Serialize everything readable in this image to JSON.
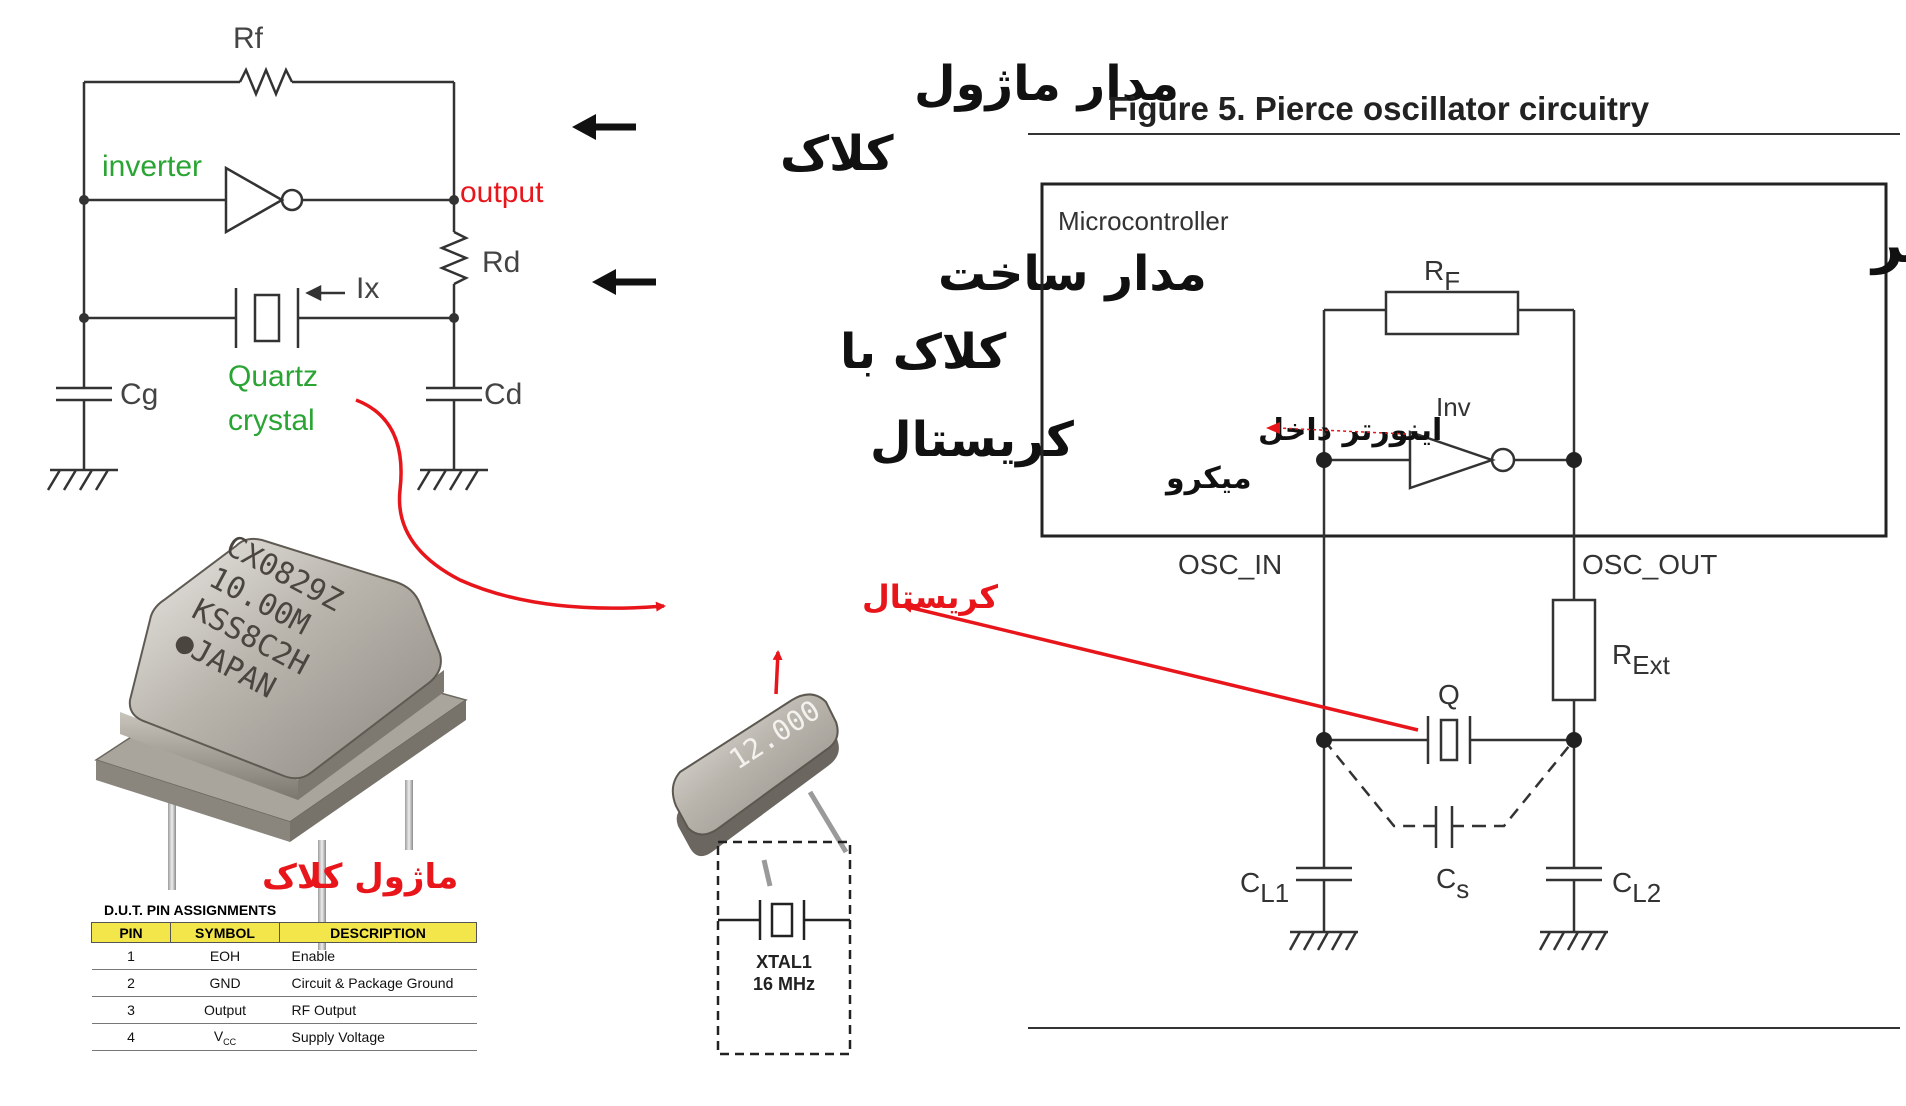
{
  "figure_title": "Figure 5. Pierce oscillator circuitry",
  "left_circuit": {
    "rf_label": "Rf",
    "inverter_label": "inverter",
    "output_label": "output",
    "rd_label": "Rd",
    "ix_label": "Ix",
    "cg_label": "Cg",
    "cd_label": "Cd",
    "quartz_line1": "Quartz",
    "quartz_line2": "crystal"
  },
  "annotations": {
    "module_circuit_line1": "مدار ماژول",
    "module_circuit_line2": "کلاک",
    "crystal_circuit_line1": "مدار ساخت",
    "crystal_circuit_line2": "کلاک با",
    "crystal_circuit_line3": "کریستال",
    "crystal_center": "کریستال",
    "clock_module": "ماژول کلاک",
    "microcontroller_fa": "میکروکنترلر",
    "inverter_inside_line1": "اینورتر داخل",
    "inverter_inside_line2": "میکرو"
  },
  "pierce": {
    "microcontroller": "Microcontroller",
    "rf": "R",
    "rf_sub": "F",
    "inv": "Inv",
    "osc_in": "OSC_IN",
    "osc_out": "OSC_OUT",
    "rext": "R",
    "rext_sub": "Ext",
    "q": "Q",
    "cl1": "C",
    "cl1_sub": "L1",
    "cs": "C",
    "cs_sub": "s",
    "cl2": "C",
    "cl2_sub": "L2"
  },
  "oscillator_module": {
    "marking_line1": "CX0829Z",
    "marking_line2": "10.00M",
    "marking_line3": "KSS8C2H",
    "marking_line4": "●JAPAN"
  },
  "crystal_hc49": {
    "marking": "12.000",
    "xtal_line1": "XTAL1",
    "xtal_line2": "16 MHz"
  },
  "pin_table": {
    "title": "D.U.T. PIN ASSIGNMENTS",
    "headers": [
      "PIN",
      "SYMBOL",
      "DESCRIPTION"
    ],
    "rows": [
      {
        "pin": "1",
        "symbol": "EOH",
        "desc": "Enable"
      },
      {
        "pin": "2",
        "symbol": "GND",
        "desc": "Circuit & Package Ground"
      },
      {
        "pin": "3",
        "symbol": "Output",
        "desc": "RF Output"
      },
      {
        "pin": "4",
        "symbol": "V",
        "symbol_sub": "CC",
        "desc": "Supply Voltage"
      }
    ]
  },
  "colors": {
    "annotation_red": "#e8151b",
    "label_green": "#2aa534",
    "ink": "#111111",
    "table_header": "#f2e64a"
  }
}
